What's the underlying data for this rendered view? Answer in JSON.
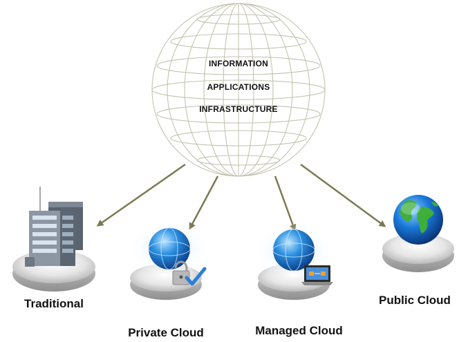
{
  "globe": {
    "lines": [
      "INFORMATION",
      "APPLICATIONS",
      "INFRASTRUCTURE"
    ]
  },
  "nodes": [
    {
      "id": "traditional",
      "label": "Traditional",
      "icon": "office-building-icon"
    },
    {
      "id": "private",
      "label": "Private Cloud",
      "icon": "globe-lock-check-icon"
    },
    {
      "id": "managed",
      "label": "Managed Cloud",
      "icon": "globe-laptop-icon"
    },
    {
      "id": "public",
      "label": "Public Cloud",
      "icon": "earth-globe-icon"
    }
  ],
  "colors": {
    "arrow": "#7a7a52",
    "wireframe": "#c8c8b6",
    "pedestal": "#dcdcdc",
    "globe_blue": "#1e88e5",
    "earth_green": "#3fae3a"
  }
}
